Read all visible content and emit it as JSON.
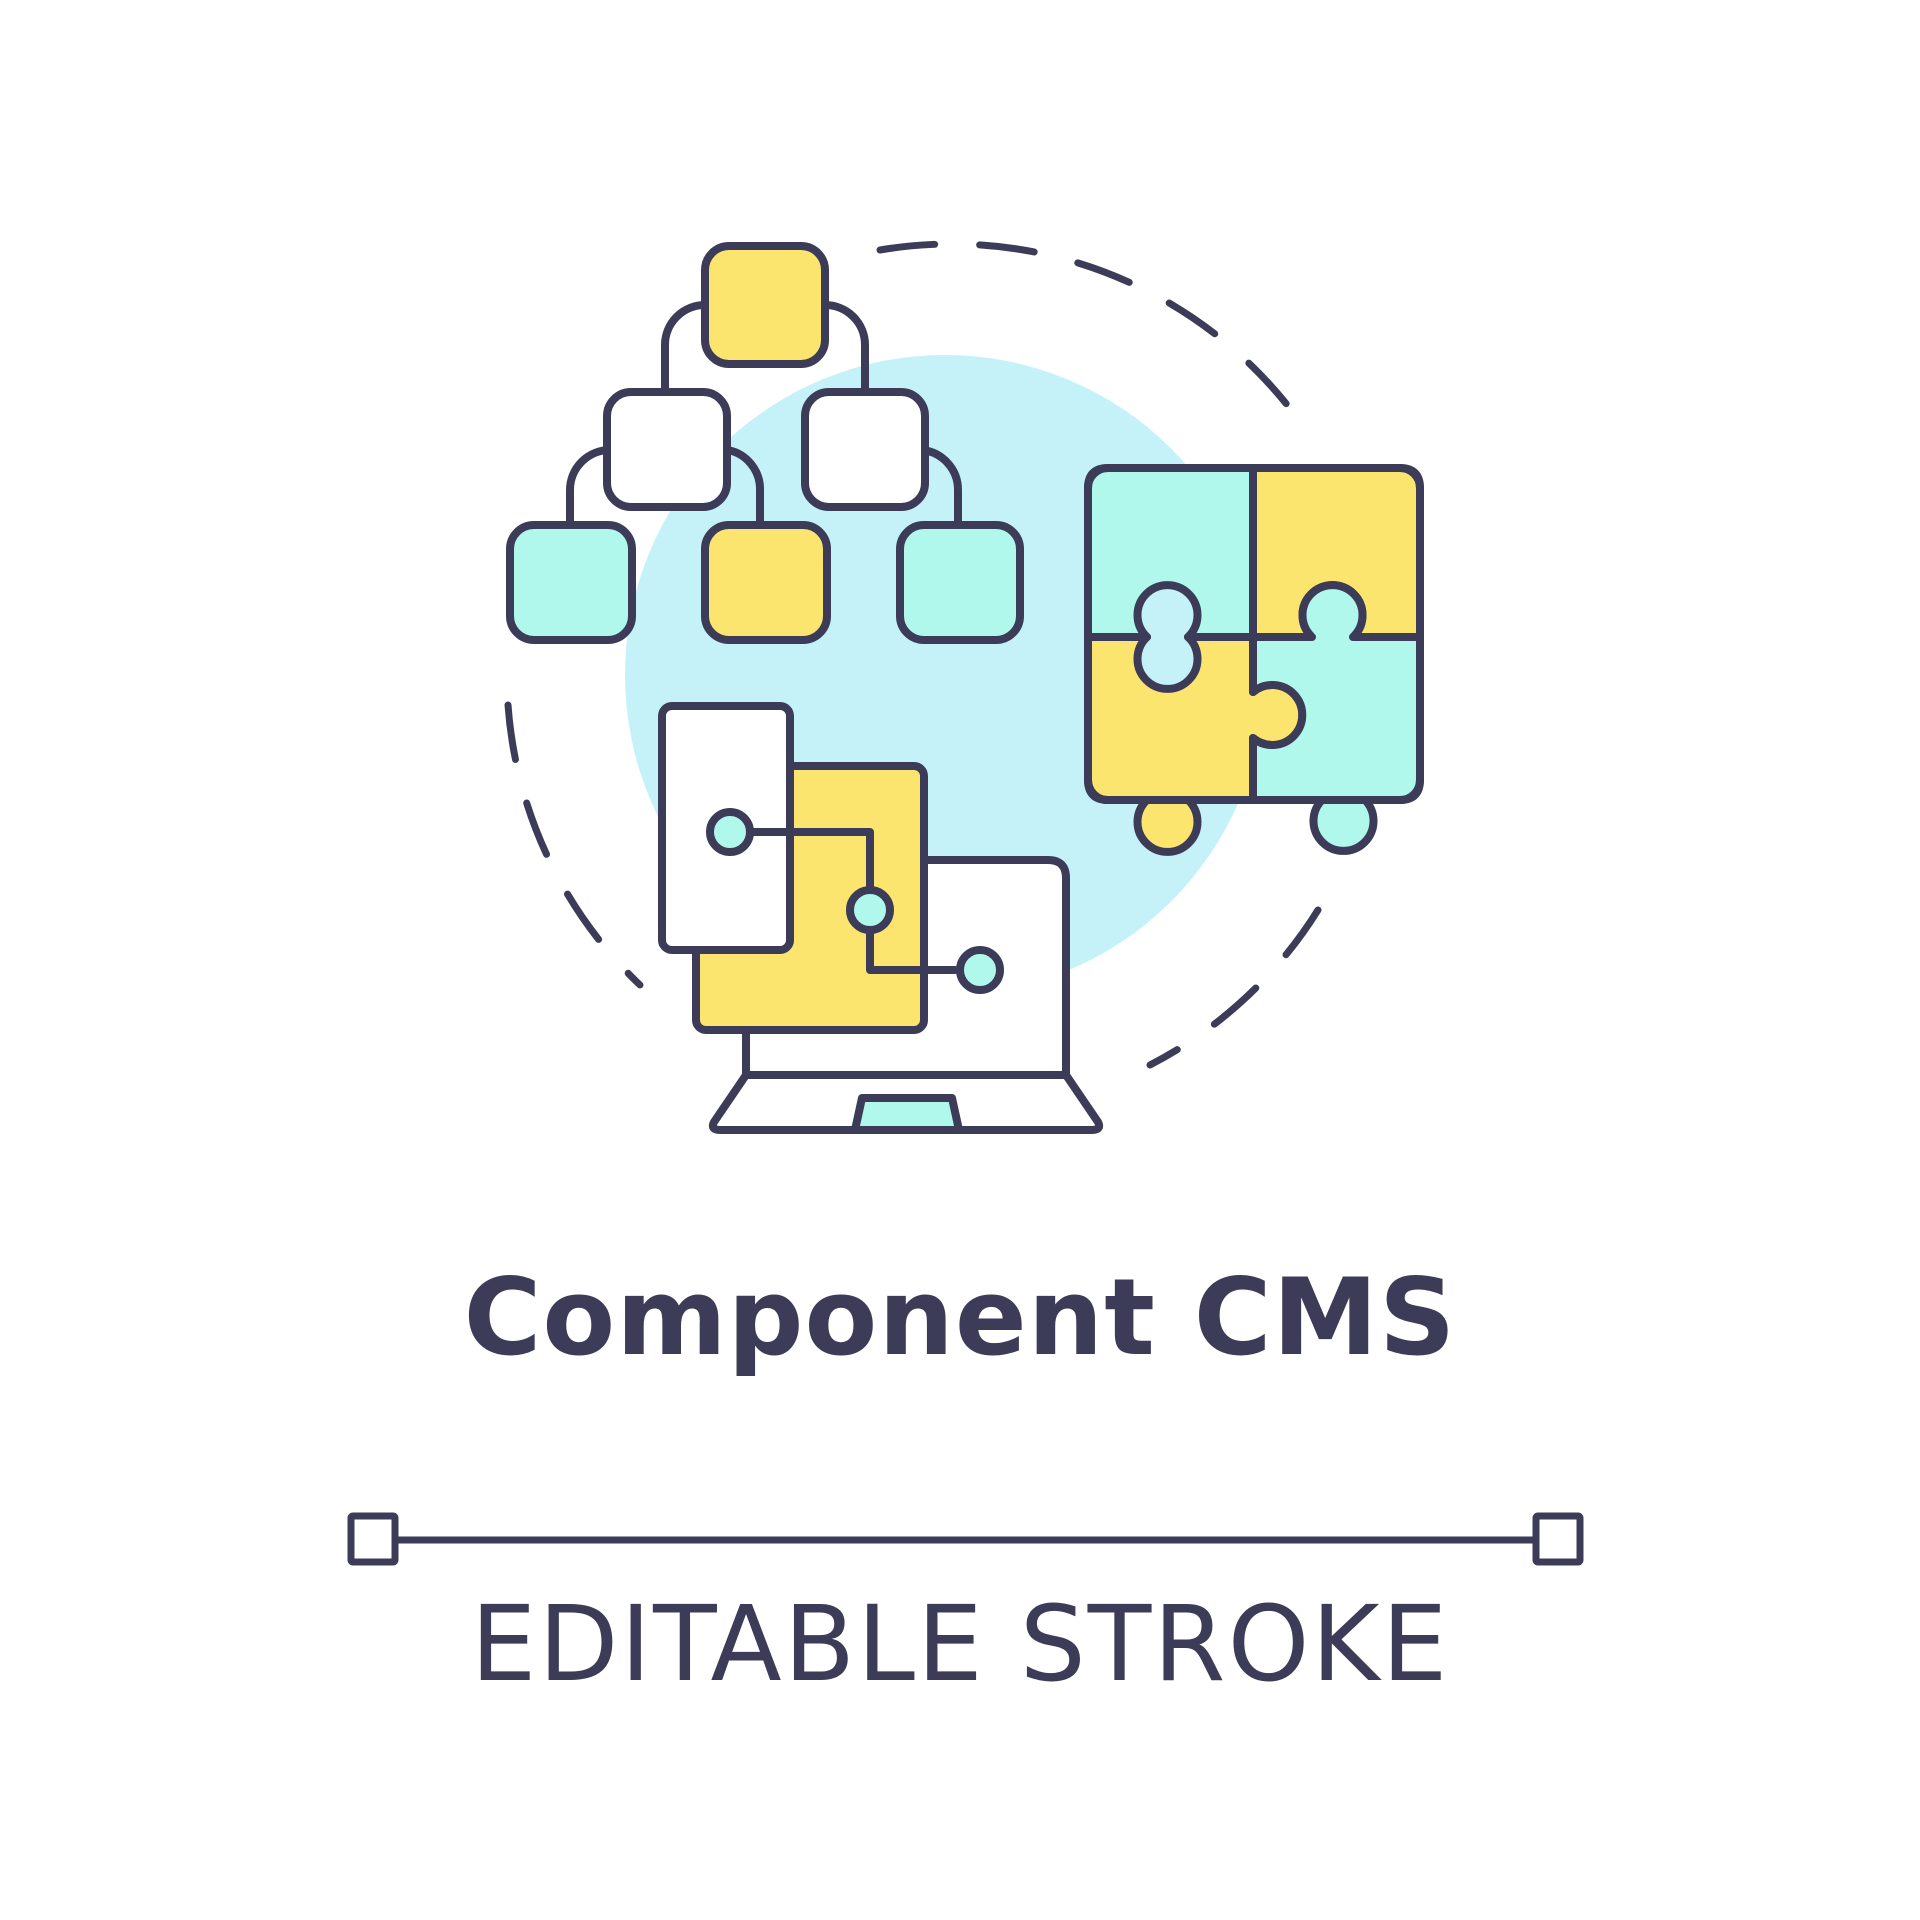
{
  "title": "Component CMS",
  "caption": "EDITABLE STROKE",
  "colors": {
    "outline": "#3c3c58",
    "yellow": "#fce56f",
    "mint": "#b0f7ec",
    "light_blue": "#c4f2f8",
    "white": "#ffffff"
  },
  "icons": [
    "hierarchy-tree-icon",
    "puzzle-icon",
    "laptop-with-windows-icon",
    "dashed-circle-decoration",
    "editable-stroke-line-icon"
  ]
}
